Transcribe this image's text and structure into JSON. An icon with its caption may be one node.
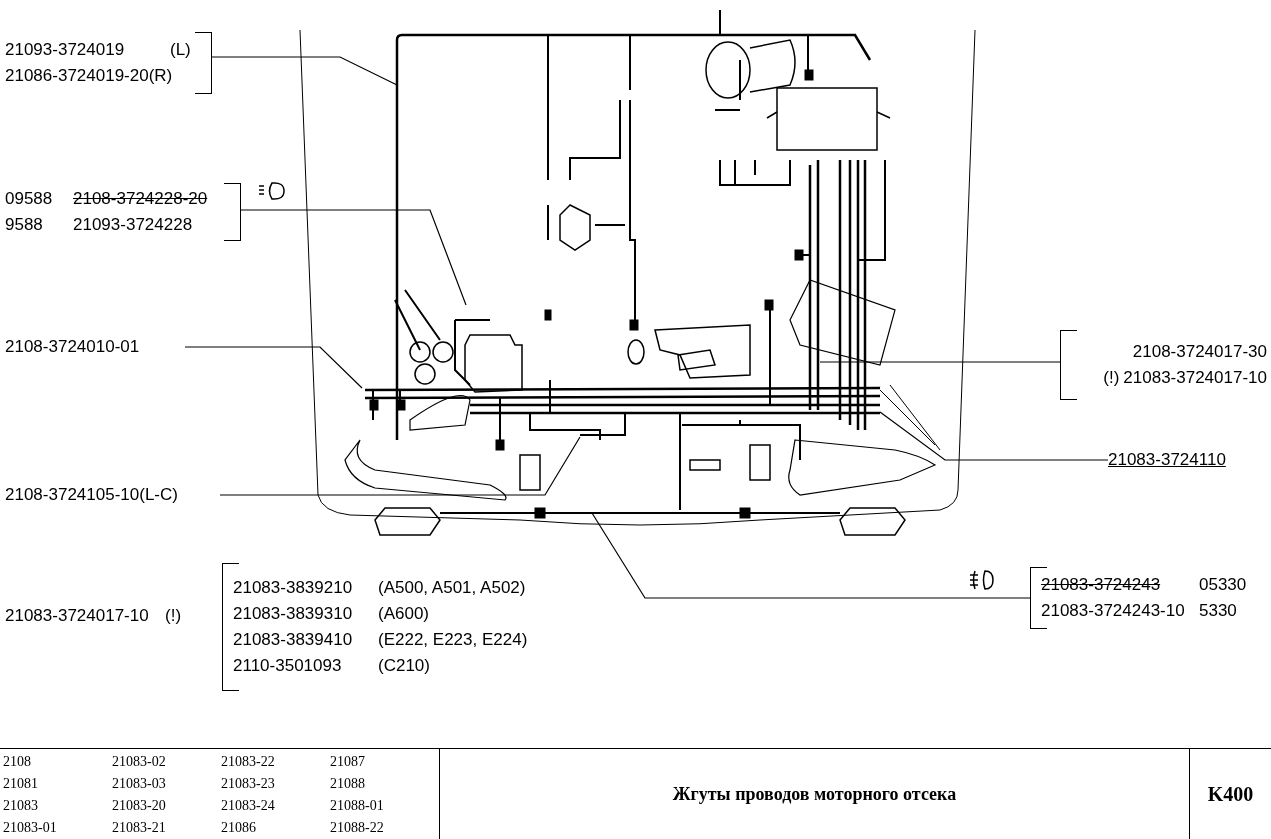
{
  "diagram": {
    "title": "Жгуты проводов моторного отсека",
    "nodes": [
      {
        "text": [
          "21093-3724019",
          "(L)",
          "21086-3724019-20(R)"
        ]
      },
      {
        "text": [
          "09588",
          "2108-3724228-20",
          "9588",
          "21093-3724228"
        ]
      },
      {
        "text": [
          "2108-3724010-01"
        ]
      },
      {
        "text": [
          "2108-3724105-10(L-C)"
        ]
      },
      {
        "text": [
          "2108-3724017-30",
          "(!)",
          "21083-3724017-10"
        ]
      },
      {
        "text": [
          "21083-3724110"
        ]
      },
      {
        "text": [
          "21083-3724017-10",
          "(!)"
        ]
      },
      {
        "text": [
          "21083-3839210",
          "(A500, A501, A502)",
          "21083-3839310",
          "(A600)",
          "21083-3839410",
          "(E222, E223, E224)",
          "2110-3501093",
          "(C210)"
        ]
      },
      {
        "text": [
          "21083-3724243",
          "05330",
          "21083-3724243-10",
          "5330"
        ]
      }
    ],
    "edges": [
      {
        "from": 0,
        "to": null,
        "arrow": "none"
      },
      {
        "from": 1,
        "to": null,
        "arrow": "none"
      },
      {
        "from": 2,
        "to": null,
        "arrow": "none"
      },
      {
        "from": 3,
        "to": null,
        "arrow": "none"
      },
      {
        "from": 4,
        "to": null,
        "arrow": "none"
      },
      {
        "from": 5,
        "to": null,
        "arrow": "none"
      },
      {
        "from": 8,
        "to": null,
        "arrow": "none"
      }
    ],
    "labels": [
      "2108",
      "21083-02",
      "21083-22",
      "21087",
      "21081",
      "21083-03",
      "21083-23",
      "21088",
      "21083",
      "21083-20",
      "21083-24",
      "21088-01",
      "21083-01",
      "21083-21",
      "21086",
      "21088-22",
      "K400"
    ]
  }
}
